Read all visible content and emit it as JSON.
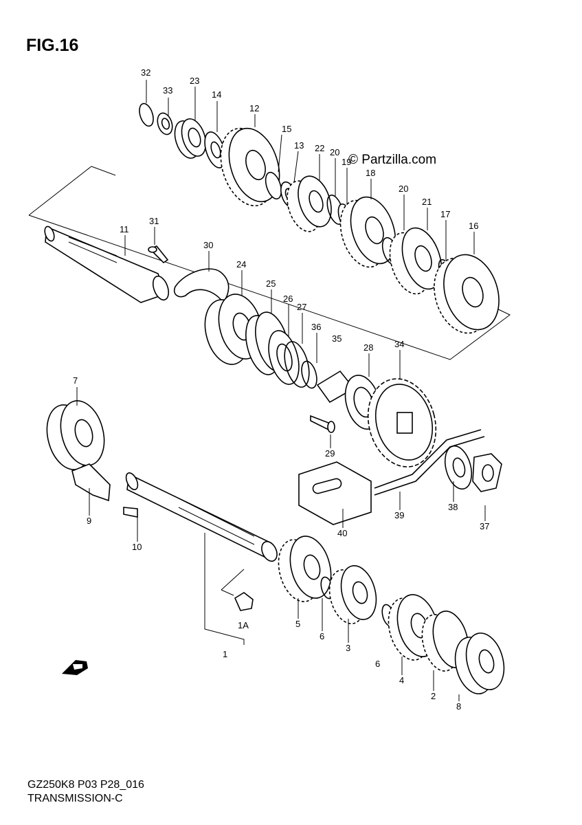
{
  "figure": {
    "title": "FIG.16",
    "copyright": "© Partzilla.com"
  },
  "footer": {
    "code": "GZ250K8 P03 P28_016",
    "section": "TRANSMISSION-C"
  },
  "labels": {
    "l32": "32",
    "l33": "33",
    "l23": "23",
    "l14": "14",
    "l12": "12",
    "l15": "15",
    "l13": "13",
    "l22": "22",
    "l20a": "20",
    "l19": "19",
    "l18": "18",
    "l20b": "20",
    "l21": "21",
    "l17": "17",
    "l16": "16",
    "l11": "11",
    "l31": "31",
    "l30": "30",
    "l24": "24",
    "l25": "25",
    "l26": "26",
    "l27": "27",
    "l36": "36",
    "l35": "35",
    "l28": "28",
    "l34": "34",
    "l29": "29",
    "l7": "7",
    "l9": "9",
    "l10": "10",
    "l40": "40",
    "l39": "39",
    "l38": "38",
    "l37": "37",
    "l5": "5",
    "l6a": "6",
    "l3": "3",
    "l6b": "6",
    "l4": "4",
    "l2": "2",
    "l8": "8",
    "l1A": "1A",
    "l1": "1"
  },
  "icons": {
    "front_arrow": "fwd-arrow-icon"
  }
}
